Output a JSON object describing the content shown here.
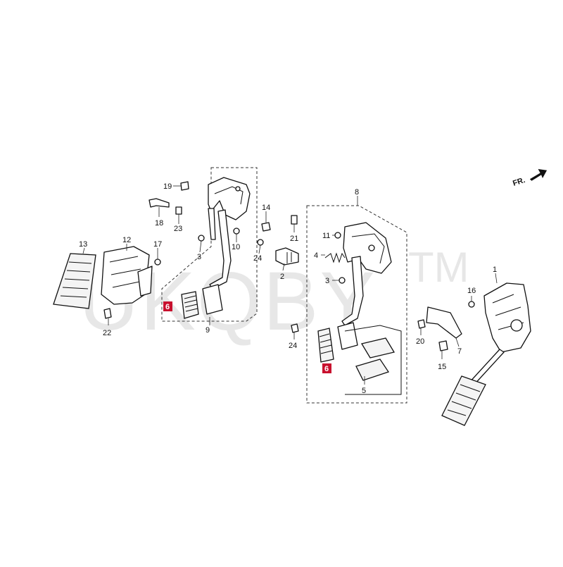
{
  "watermark": "UKQBY",
  "watermark_tm": "TM",
  "direction_label": "FR.",
  "callouts": {
    "c1": "1",
    "c2": "2",
    "c3a": "3",
    "c3b": "3",
    "c4": "4",
    "c5": "5",
    "c6a": "6",
    "c6b": "6",
    "c7": "7",
    "c8": "8",
    "c9": "9",
    "c10": "10",
    "c11": "11",
    "c12": "12",
    "c13": "13",
    "c14": "14",
    "c15": "15",
    "c16": "16",
    "c17": "17",
    "c18": "18",
    "c19": "19",
    "c20": "20",
    "c21": "21",
    "c22": "22",
    "c23": "23",
    "c24a": "24",
    "c24b": "24"
  },
  "colors": {
    "highlight": "#c8102e",
    "ink": "#111111"
  },
  "icons": {
    "direction_arrow": "arrow-right-icon"
  }
}
